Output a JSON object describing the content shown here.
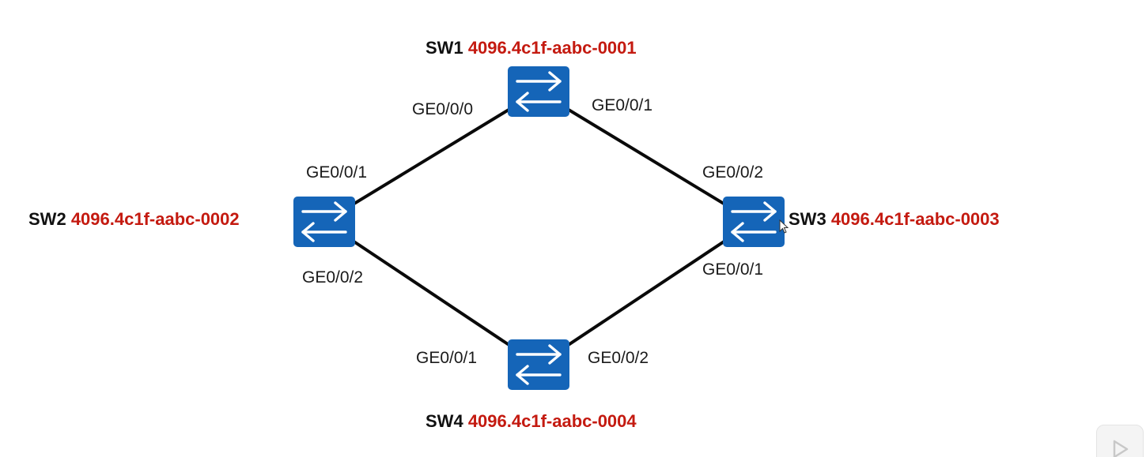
{
  "colors": {
    "switch_fill": "#1565b8",
    "link": "#0a0a0a",
    "switch_id_text": "#c41a10",
    "switch_name_text": "#111111"
  },
  "switches": [
    {
      "name": "SW1",
      "id": "4096.4c1f-aabc-0001",
      "icon": "switch-icon"
    },
    {
      "name": "SW2",
      "id": "4096.4c1f-aabc-0002",
      "icon": "switch-icon"
    },
    {
      "name": "SW3",
      "id": "4096.4c1f-aabc-0003",
      "icon": "switch-icon"
    },
    {
      "name": "SW4",
      "id": "4096.4c1f-aabc-0004",
      "icon": "switch-icon"
    }
  ],
  "links": [
    {
      "from": "SW1",
      "from_port": "GE0/0/0",
      "to": "SW2",
      "to_port": "GE0/0/1"
    },
    {
      "from": "SW1",
      "from_port": "GE0/0/1",
      "to": "SW3",
      "to_port": "GE0/0/2"
    },
    {
      "from": "SW2",
      "from_port": "GE0/0/2",
      "to": "SW4",
      "to_port": "GE0/0/1"
    },
    {
      "from": "SW3",
      "from_port": "GE0/0/1",
      "to": "SW4",
      "to_port": "GE0/0/2"
    }
  ],
  "overlay": {
    "play_icon": "play-icon"
  }
}
